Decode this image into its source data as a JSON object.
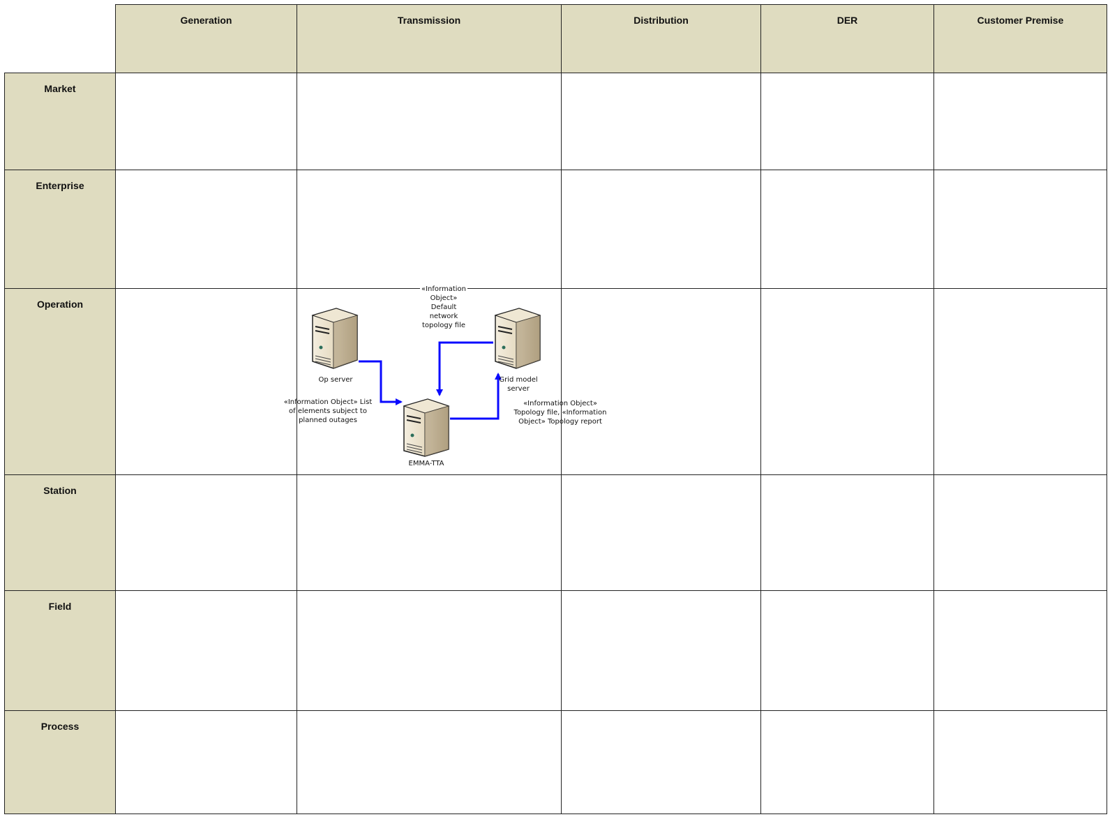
{
  "columns": [
    "Generation",
    "Transmission",
    "Distribution",
    "DER",
    "Customer Premise"
  ],
  "rows": [
    "Market",
    "Enterprise",
    "Operation",
    "Station",
    "Field",
    "Process"
  ],
  "nodes": {
    "op_server": {
      "label": "Op server",
      "icon": "server-icon"
    },
    "grid_model_server": {
      "label": "Grid model server",
      "icon": "server-icon"
    },
    "emma_tta": {
      "label": "EMMA-TTA",
      "icon": "server-icon"
    }
  },
  "flows": {
    "outages": {
      "label": "«Information Object» List of elements subject to planned outages",
      "from": "Op server",
      "to": "EMMA-TTA"
    },
    "default_topology": {
      "label": "«Information Object» Default network topology file",
      "from": "Grid model server",
      "to": "EMMA-TTA"
    },
    "topology_report": {
      "label": "«Information Object» Topology file, «Information Object» Topology report",
      "from": "EMMA-TTA",
      "to": "Grid model server"
    }
  },
  "colors": {
    "header_fill": "#dfdcc0",
    "border": "#222222",
    "arrow": "#0a0aff",
    "server_body": "#e6dcc4"
  }
}
